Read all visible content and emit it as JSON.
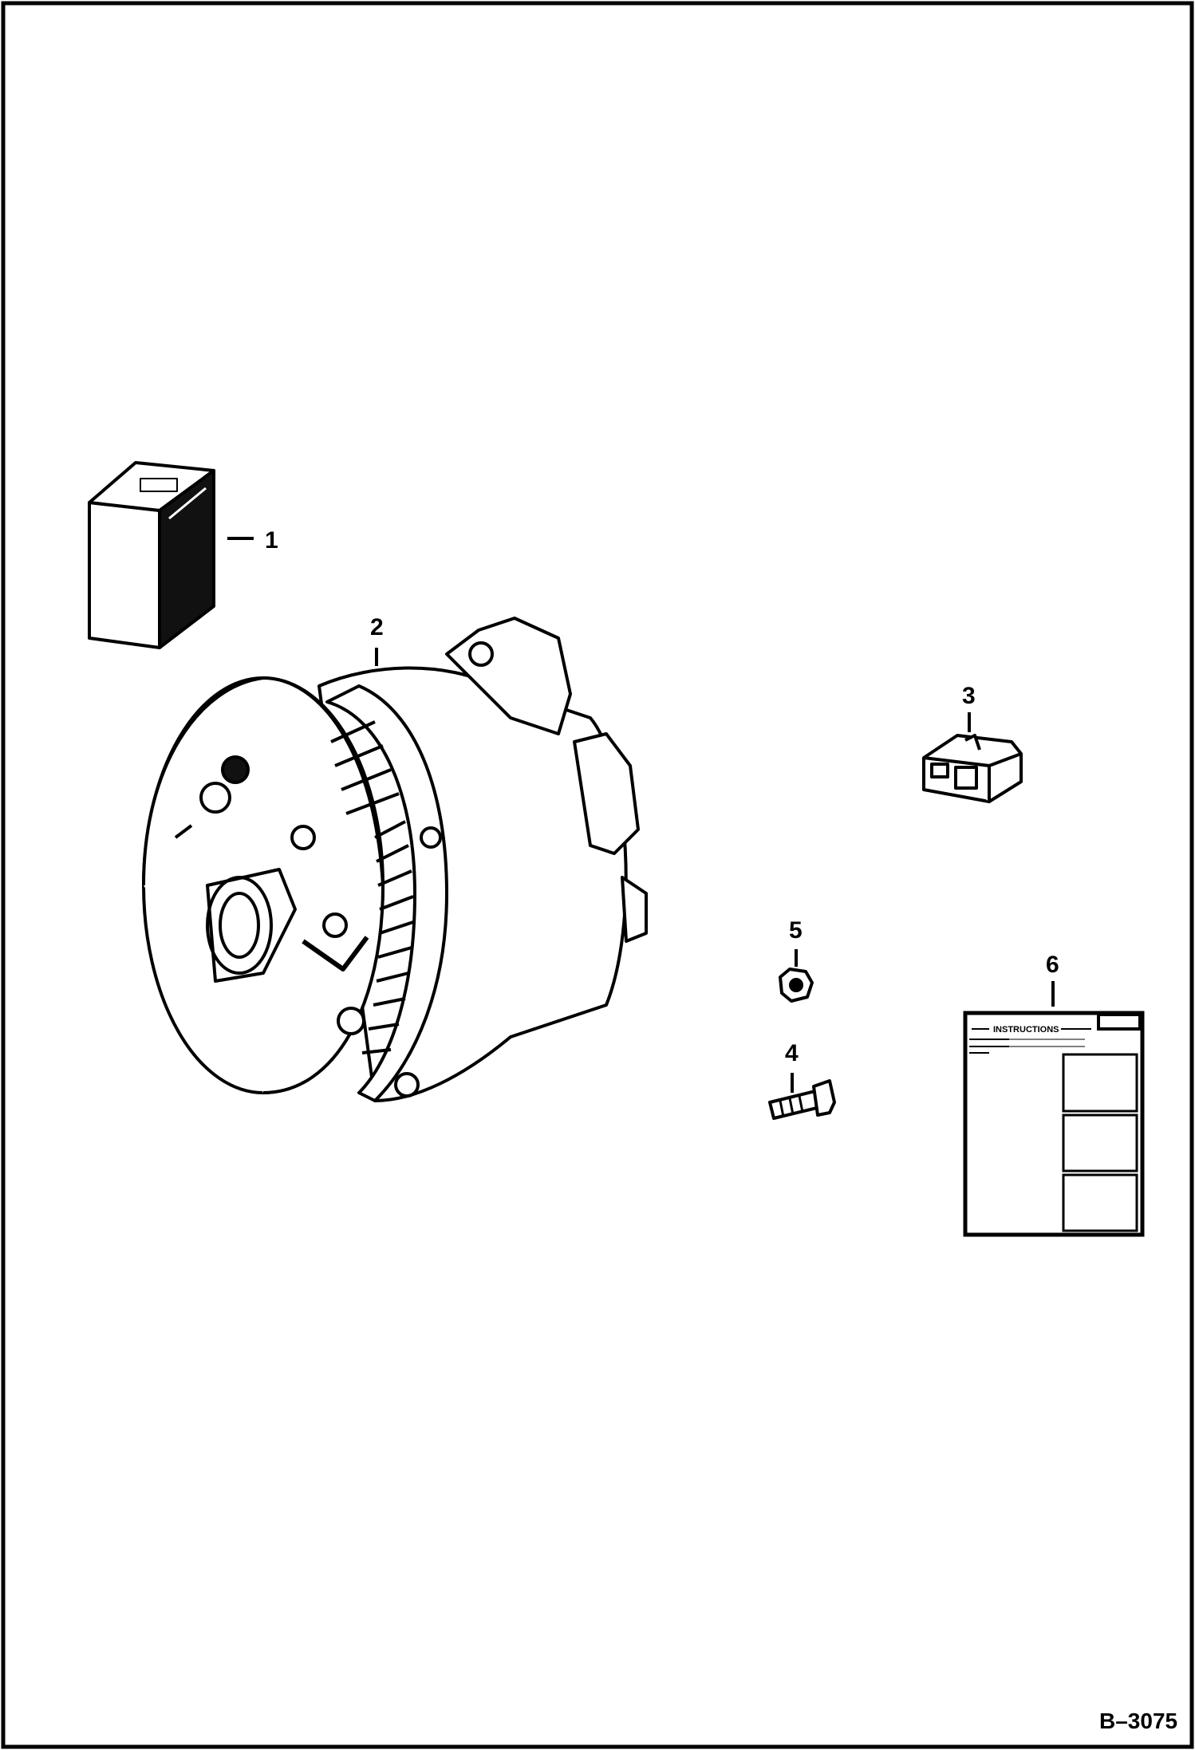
{
  "diagram": {
    "reference_code": "B–3075",
    "callouts": {
      "item1": "1",
      "item2": "2",
      "item3": "3",
      "item4": "4",
      "item5": "5",
      "item6": "6"
    },
    "decal_heading": "INSTRUCTIONS"
  },
  "colors": {
    "ink": "#000000",
    "paper": "#ffffff"
  }
}
